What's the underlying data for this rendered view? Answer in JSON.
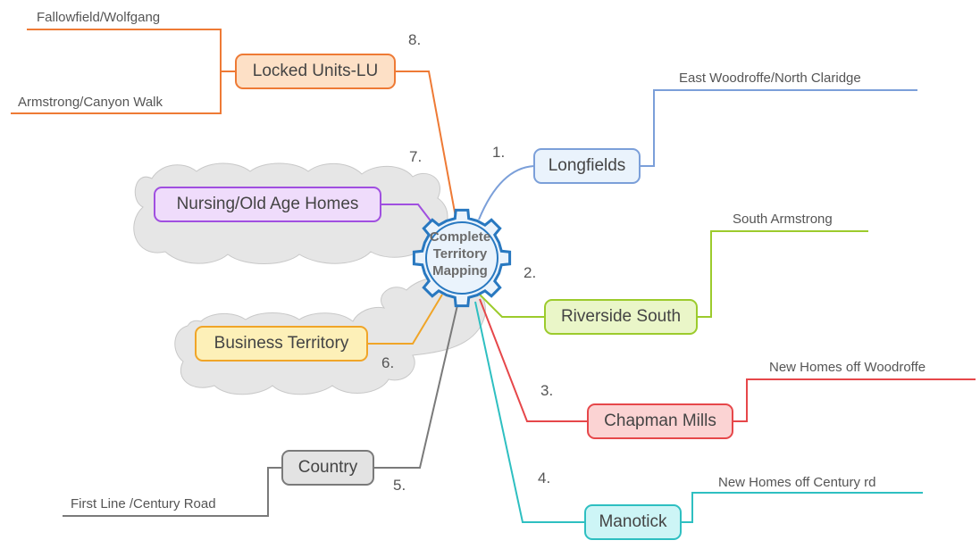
{
  "central": {
    "lines": [
      "Complete",
      "Territory",
      "Mapping"
    ]
  },
  "branches": [
    {
      "key": "longfields",
      "label": "Longfields",
      "number": "1.",
      "leaves": [
        "East Woodroffe/North Claridge"
      ],
      "color": "#7b9fd9",
      "fill": "#eaf3fc"
    },
    {
      "key": "riverside",
      "label": "Riverside South",
      "number": "2.",
      "leaves": [
        "South Armstrong"
      ],
      "color": "#9ccb2c",
      "fill": "#eaf6c8"
    },
    {
      "key": "chapman",
      "label": "Chapman Mills",
      "number": "3.",
      "leaves": [
        "New Homes off Woodroffe"
      ],
      "color": "#e6474a",
      "fill": "#fbd3d3"
    },
    {
      "key": "manotick",
      "label": "Manotick",
      "number": "4.",
      "leaves": [
        "New Homes off Century rd"
      ],
      "color": "#2ebfc1",
      "fill": "#cdf5f6"
    },
    {
      "key": "country",
      "label": "Country",
      "number": "5.",
      "leaves": [
        "First Line /Century Road"
      ],
      "color": "#7a7a7a",
      "fill": "#e3e3e3"
    },
    {
      "key": "business",
      "label": "Business Territory",
      "number": "6.",
      "leaves": [],
      "color": "#f0a528",
      "fill": "#fdf0b8"
    },
    {
      "key": "nursing",
      "label": "Nursing/Old Age Homes",
      "number": "7.",
      "leaves": [],
      "color": "#a04fe0",
      "fill": "#efdcfb"
    },
    {
      "key": "locked",
      "label": "Locked Units-LU",
      "number": "8.",
      "leaves": [
        "Fallowfield/Wolfgang",
        "Armstrong/Canyon Walk"
      ],
      "color": "#ee7a35",
      "fill": "#fde0c6"
    }
  ],
  "colors": {
    "gear_stroke": "#2878c0",
    "gear_fill": "#eaf3fc",
    "cloud_fill": "#e6e6e6",
    "cloud_stroke": "#c8c8c8"
  }
}
